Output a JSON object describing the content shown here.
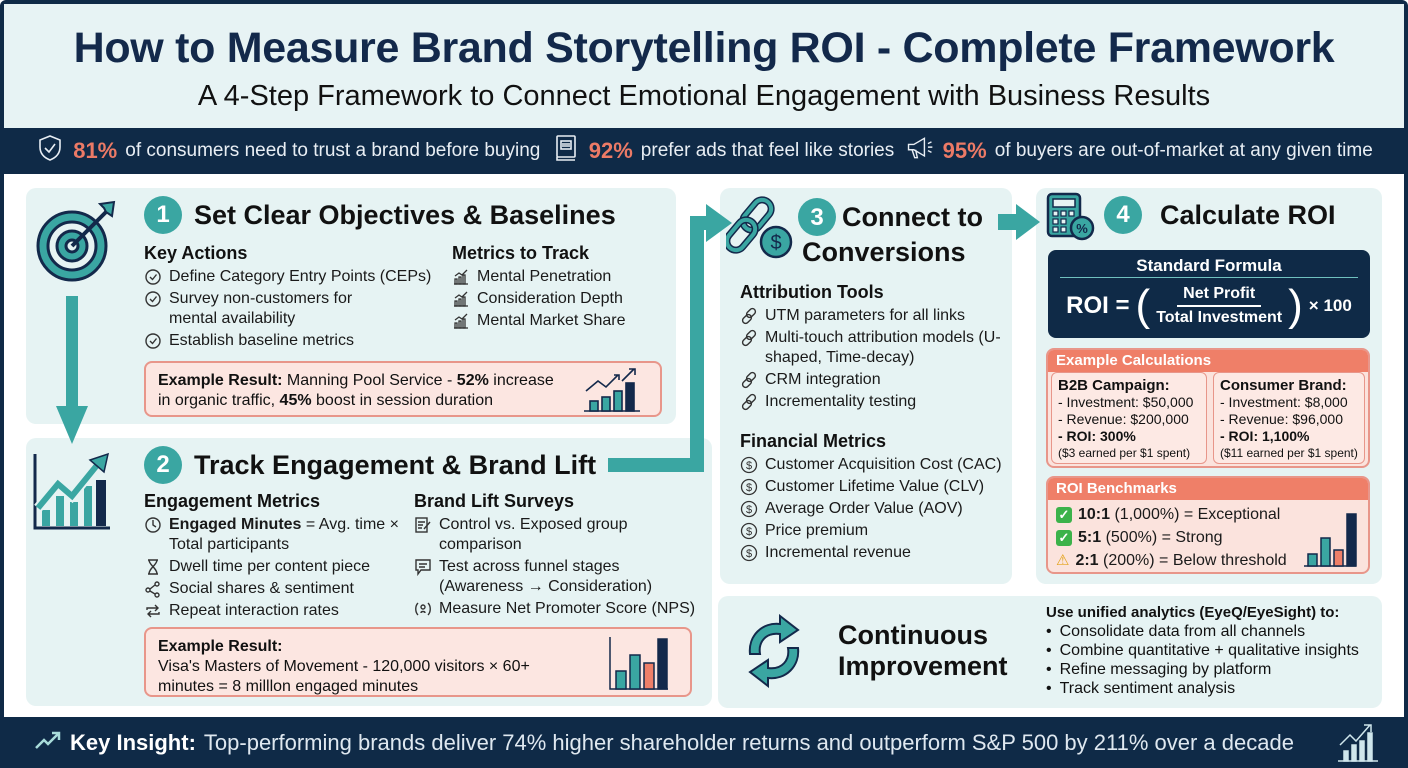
{
  "header": {
    "title": "How to Measure Brand Storytelling ROI - Complete Framework",
    "subtitle": "A 4-Step Framework to Connect Emotional Engagement with Business Results"
  },
  "stats": [
    {
      "icon": "shield-check-icon",
      "pct": "81%",
      "text": "of consumers need to trust a brand before buying"
    },
    {
      "icon": "book-icon",
      "pct": "92%",
      "text": "prefer ads that feel like stories"
    },
    {
      "icon": "megaphone-icon",
      "pct": "95%",
      "text": "of buyers are out-of-market at any given time"
    }
  ],
  "step1": {
    "number": "1",
    "title": "Set Clear Objectives & Baselines",
    "key_actions": {
      "heading": "Key Actions",
      "items": [
        "Define Category Entry Points (CEPs)",
        "Survey non-customers for mental availability",
        "Establish baseline metrics"
      ]
    },
    "metrics": {
      "heading": "Metrics to Track",
      "items": [
        "Mental Penetration",
        "Consideration Depth",
        "Mental Market Share"
      ]
    },
    "example": {
      "label": "Example Result:",
      "text_a": " Manning Pool Service - ",
      "pct1": "52%",
      "text_b": " increase in organic traffic, ",
      "pct2": "45%",
      "text_c": " boost in session duration"
    }
  },
  "step2": {
    "number": "2",
    "title": "Track Engagement & Brand Lift",
    "engagement": {
      "heading": "Engagement Metrics",
      "first_bold": "Engaged Minutes",
      "first_rest": " = Avg. time × Total participants",
      "items": [
        "Dwell time per content piece",
        "Social shares & sentiment",
        "Repeat interaction rates"
      ]
    },
    "brand_lift": {
      "heading": "Brand Lift Surveys",
      "items": [
        "Control vs. Exposed group comparison",
        "Test across funnel stages (Awareness → Consideration)",
        "Measure Net Promoter Score (NPS)"
      ]
    },
    "example": {
      "label": "Example Result:",
      "text": "Visa's Masters of Movement - 120,000 visitors × 60+ minutes = 8 milllon engaged minutes"
    }
  },
  "step3": {
    "number": "3",
    "title_line1": "Connect to",
    "title_line2": "Conversions",
    "attribution": {
      "heading": "Attribution Tools",
      "items": [
        "UTM parameters for all links",
        "Multi-touch attribution models (U-shaped, Time-decay)",
        "CRM integration",
        "Incrementality testing"
      ]
    },
    "financial": {
      "heading": "Financial Metrics",
      "items": [
        "Customer Acquisition Cost (CAC)",
        "Customer Lifetime Value (CLV)",
        "Average Order Value (AOV)",
        "Price premium",
        "Incremental revenue"
      ]
    }
  },
  "step4": {
    "number": "4",
    "title": "Calculate ROI",
    "formula": {
      "heading": "Standard Formula",
      "lhs": "ROI =",
      "numerator": "Net Profit",
      "denominator": "Total Investment",
      "multiplier": "× 100"
    },
    "examples": {
      "heading": "Example Calculations",
      "b2b": {
        "title": "B2B Campaign:",
        "investment": "- Investment: $50,000",
        "revenue": "- Revenue: $200,000",
        "roi": "- ROI: 300%",
        "note": "($3 earned per $1 spent)"
      },
      "consumer": {
        "title": "Consumer Brand:",
        "investment": "- Investment: $8,000",
        "revenue": "- Revenue: $96,000",
        "roi": "- ROI: 1,100%",
        "note": "($11 earned per $1 spent)"
      }
    },
    "benchmarks": {
      "heading": "ROI Benchmarks",
      "items": [
        {
          "icon": "check",
          "ratio": "10:1",
          "rest": " (1,000%) = Exceptional"
        },
        {
          "icon": "check",
          "ratio": "5:1",
          "rest": " (500%) = Strong"
        },
        {
          "icon": "warning",
          "ratio": "2:1",
          "rest": " (200%) = Below threshold"
        }
      ]
    }
  },
  "continuous": {
    "title_line1": "Continuous",
    "title_line2": "Improvement",
    "lead": "Use unified analytics (EyeQ/EyeSight) to:",
    "items": [
      "Consolidate data from all channels",
      "Combine quantitative + qualitative insights",
      "Refine messaging by platform",
      "Track sentiment analysis"
    ]
  },
  "footer": {
    "label": "Key Insight:",
    "text": "Top-performing brands deliver 74% higher shareholder returns and outperform S&P 500 by 211% over a decade"
  },
  "colors": {
    "navy": "#0f2a47",
    "teal": "#3aa6a2",
    "coral": "#ef7f68",
    "panel_bg": "#e6f3f3"
  }
}
